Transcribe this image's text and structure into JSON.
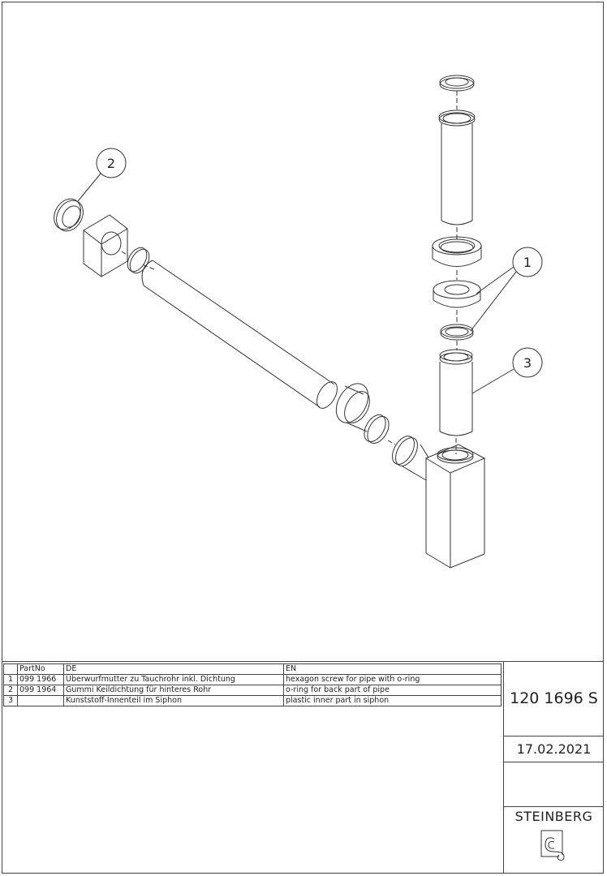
{
  "callouts": [
    "1",
    "2",
    "3"
  ],
  "parts_table": {
    "headers": [
      "",
      "PartNo",
      "DE",
      "EN"
    ],
    "rows": [
      [
        "1",
        "099 1966",
        "Überwurfmutter zu Tauchrohr inkl. Dichtung",
        "hexagon screw for pipe with o-ring"
      ],
      [
        "2",
        "099 1964",
        "Gummi Keildichtung für hinteres Rohr",
        "o-ring for back part of pipe"
      ],
      [
        "3",
        "",
        "Kunststoff-Innenteil im Siphon",
        "plastic inner part in siphon"
      ]
    ]
  },
  "title_block": {
    "document_number": "120 1696 S",
    "date": "17.02.2021",
    "brand": "STEINBERG"
  }
}
